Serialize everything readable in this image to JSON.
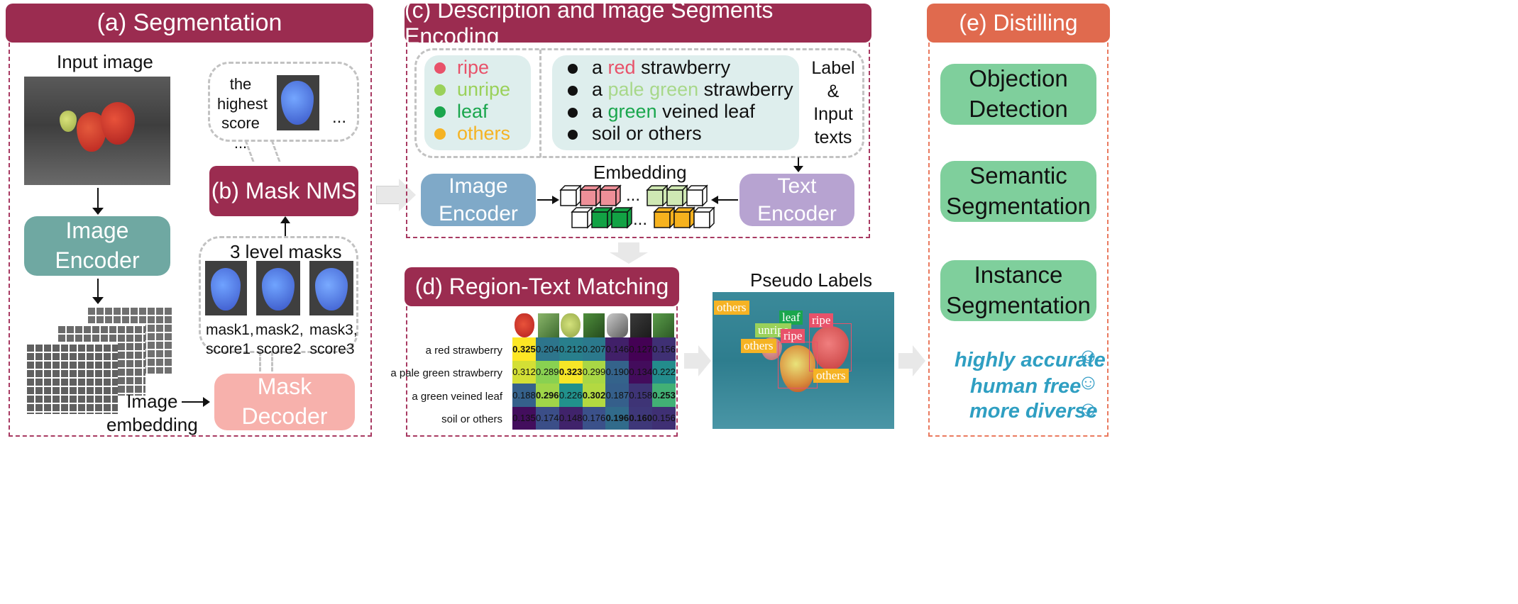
{
  "panel_a": {
    "header": "(a) Segmentation",
    "input_image": "Input image",
    "image_encoder": "Image\nEncoder",
    "image_embedding": "Image\nembedding",
    "mask_decoder": "Mask\nDecoder",
    "level_masks": "3 level masks",
    "masks": [
      {
        "label": "mask1,\nscore1"
      },
      {
        "label": "mask2,\nscore2"
      },
      {
        "label": "mask3,\nscore3"
      }
    ],
    "highest_score": "the\nhighest\nscore\n...",
    "ellipsis": "..."
  },
  "panel_b": {
    "header": "(b) Mask  NMS"
  },
  "panel_c": {
    "header": "(c) Description and Image Segments Encoding",
    "labels": [
      {
        "text": "ripe",
        "color": "#e8526a"
      },
      {
        "text": "unripe",
        "color": "#9ad15a"
      },
      {
        "text": "leaf",
        "color": "#1aa64d"
      },
      {
        "text": "others",
        "color": "#f5b324"
      }
    ],
    "texts": [
      {
        "pre": "a ",
        "hi": "red",
        "post": " strawberry",
        "color": "#e8526a"
      },
      {
        "pre": "a ",
        "hi": "pale green",
        "post": " strawberry",
        "color": "#a8d88a"
      },
      {
        "pre": "a ",
        "hi": "green",
        "post": " veined leaf",
        "color": "#1aa64d"
      },
      {
        "pre": "",
        "hi": "",
        "post": "soil or others",
        "color": "#111111"
      }
    ],
    "label_input": "Label\n&\nInput\ntexts",
    "embedding": "Embedding",
    "image_encoder": "Image\nEncoder",
    "text_encoder": "Text\nEncoder",
    "dots": "..."
  },
  "panel_d": {
    "header": "(d) Region-Text Matching",
    "rows": [
      {
        "label": "a red strawberry",
        "values": [
          "0.325",
          "0.204",
          "0.212",
          "0.207",
          "0.146",
          "0.127",
          "0.156"
        ],
        "bold": [
          0
        ]
      },
      {
        "label": "a pale green strawberry",
        "values": [
          "0.312",
          "0.289",
          "0.323",
          "0.299",
          "0.190",
          "0.134",
          "0.222"
        ],
        "bold": [
          2
        ]
      },
      {
        "label": "a green veined leaf",
        "values": [
          "0.188",
          "0.296",
          "0.226",
          "0.302",
          "0.187",
          "0.158",
          "0.253"
        ],
        "bold": [
          1,
          3,
          6
        ]
      },
      {
        "label": "soil or others",
        "values": [
          "0.135",
          "0.174",
          "0.148",
          "0.176",
          "0.196",
          "0.160",
          "0.156"
        ],
        "bold": [
          4,
          5
        ]
      }
    ]
  },
  "pseudo": {
    "title": "Pseudo Labels",
    "boxes": [
      {
        "text": "others",
        "color": "#f5b324"
      },
      {
        "text": "leaf",
        "color": "#1aa64d"
      },
      {
        "text": "ripe",
        "color": "#e8526a"
      },
      {
        "text": "unripe",
        "color": "#9ad15a"
      },
      {
        "text": "ripe",
        "color": "#e8526a"
      },
      {
        "text": "others",
        "color": "#f5b324"
      },
      {
        "text": "others",
        "color": "#f5b324"
      }
    ]
  },
  "panel_e": {
    "header": "(e) Distilling",
    "tasks": [
      "Objection\nDetection",
      "Semantic\nSegmentation",
      "Instance\nSegmentation"
    ],
    "benefits": [
      "highly accurate",
      "human free",
      "more diverse"
    ],
    "smile": "☺"
  }
}
